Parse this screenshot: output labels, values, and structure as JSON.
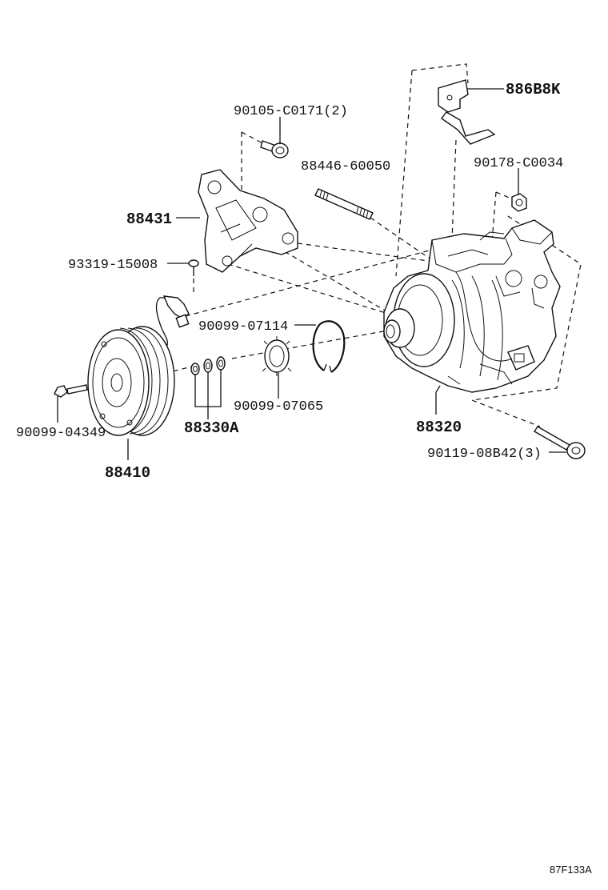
{
  "diagram": {
    "figure_code": "87F133A",
    "labels": {
      "bracket_bolt": "90105-C0171(2)",
      "stud": "88446-60050",
      "harness_clamp": "886B8K",
      "nut": "90178-C0034",
      "bracket": "88431",
      "screw": "93319-15008",
      "snap_ring_upper": "90099-07114",
      "snap_ring_lower": "90099-07065",
      "clutch_bolt": "90099-04349",
      "shims": "88330A",
      "pulley": "88410",
      "compressor": "88320",
      "mount_bolt": "90119-08B42(3)"
    }
  }
}
